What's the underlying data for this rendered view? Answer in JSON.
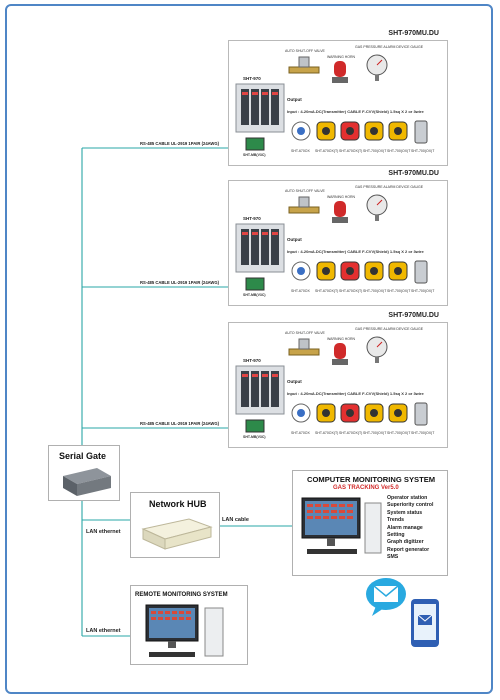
{
  "panels": [
    {
      "title": "SHT-970MU.DU",
      "controller_label": "SHT-970",
      "output_label": "Output",
      "input_label": "Input : 4-20mA.DC(Transmitter) CABLE F-CVV(Shield) 1.5sq X 2 or 3wire",
      "relay_module_label": "SHT-MB(V3C)",
      "devices": [
        {
          "label": "AUTO SHUT-OFF VALVE"
        },
        {
          "label": "WARNING HORN"
        },
        {
          "label": "GAS PRESSURE ALARM DEVICE GAUGE"
        }
      ],
      "sensors": [
        "SHT-670OX",
        "SHT-670OX(T)",
        "SHT-670OX(T)",
        "SHT-700(OX)T",
        "SHT-700(OX)T",
        "SHT-700(OX)T"
      ],
      "cable_label": "RS-485 CABLE UL-2919 1PAIR (24AWG)"
    },
    {
      "title": "SHT-970MU.DU",
      "controller_label": "SHT-970",
      "output_label": "Output",
      "input_label": "Input : 4-20mA.DC(Transmitter) CABLE F-CVV(Shield) 1.5sq X 2 or 3wire",
      "relay_module_label": "SHT-MB(V3C)",
      "devices": [
        {
          "label": "AUTO SHUT-OFF VALVE"
        },
        {
          "label": "WARNING HORN"
        },
        {
          "label": "GAS PRESSURE ALARM DEVICE GAUGE"
        }
      ],
      "sensors": [
        "SHT-670OX",
        "SHT-670OX(T)",
        "SHT-670OX(T)",
        "SHT-700(OX)T",
        "SHT-700(OX)T",
        "SHT-700(OX)T"
      ],
      "cable_label": "RS-485 CABLE UL-2919 1PAIR (24AWG)"
    },
    {
      "title": "SHT-970MU.DU",
      "controller_label": "SHT-970",
      "output_label": "Output",
      "input_label": "Input : 4-20mA.DC(Transmitter) CABLE F-CVV(Shield) 1.5sq X 2 or 3wire",
      "relay_module_label": "SHT-MB(V3C)",
      "devices": [
        {
          "label": "AUTO SHUT-OFF VALVE"
        },
        {
          "label": "WARNING HORN"
        },
        {
          "label": "GAS PRESSURE ALARM DEVICE GAUGE"
        }
      ],
      "sensors": [
        "SHT-670OX",
        "SHT-670OX(T)",
        "SHT-670OX(T)",
        "SHT-700(OX)T",
        "SHT-700(OX)T",
        "SHT-700(OX)T"
      ],
      "cable_label": "RS-485 CABLE UL-2919 1PAIR (24AWG)"
    }
  ],
  "serial_gate": {
    "title": "Serial Gate"
  },
  "network_hub": {
    "title": "Network HUB"
  },
  "links": {
    "lan_ethernet_1": "LAN ethernet",
    "lan_cable": "LAN cable",
    "lan_ethernet_2": "LAN ethernet"
  },
  "computer_monitoring": {
    "title": "COMPUTER MONITORING SYSTEM",
    "subtitle": "GAS TRACKING Ver5.0",
    "features": [
      "Operator station",
      "Superiority control",
      "System status",
      "Trends",
      "Alarm manage",
      "Setting",
      "Graph digitizer",
      "Report generator",
      "SMS"
    ]
  },
  "remote_monitoring": {
    "title": "REMOTE MONITORING SYSTEM"
  },
  "colors": {
    "frame": "#4f86c6",
    "bus_line": "#2aa7a7",
    "subtitle": "#d22a2a",
    "message_icon": "#29a9e0",
    "phone": "#2f5fb3"
  }
}
